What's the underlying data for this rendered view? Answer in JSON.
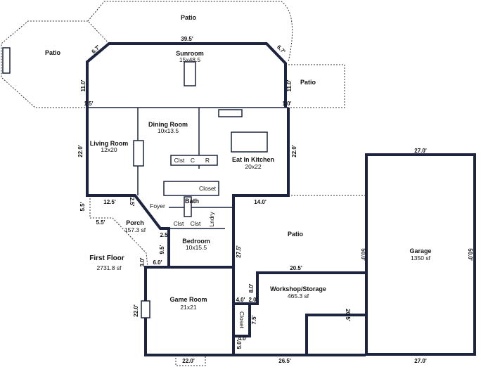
{
  "title": "First Floor",
  "total_area": "2731.8 sf",
  "rooms": {
    "patio_top": "Patio",
    "patio_left": "Patio",
    "patio_right": "Patio",
    "patio_center": "Patio",
    "sunroom": {
      "name": "Sunroom",
      "size": "15x48.5"
    },
    "dining": {
      "name": "Dining Room",
      "size": "10x13.5"
    },
    "living": {
      "name": "Living Room",
      "size": "12x20"
    },
    "kitchen": {
      "name": "Eat In Kitchen",
      "size": "20x22"
    },
    "closet_top": "Closet",
    "bath": "Bath",
    "foyer": "Foyer",
    "porch": {
      "name": "Porch",
      "size": "157.3 sf"
    },
    "bedroom": {
      "name": "Bedroom",
      "size": "10x15.5"
    },
    "game": {
      "name": "Game Room",
      "size": "21x21"
    },
    "workshop": {
      "name": "Workshop/Storage",
      "size": "465.3 sf"
    },
    "closet_side": "Closet",
    "garage": {
      "name": "Garage",
      "size": "1350 sf"
    },
    "clst1": "Clst",
    "clst2": "Clst",
    "clst3": "Clst",
    "laundry": "Lndry",
    "c": "C",
    "r": "R"
  },
  "dimensions": {
    "sun_top": "39.5'",
    "sun_diag_l": "6.7'",
    "sun_diag_r": "6.7'",
    "sun_l": "11.0'",
    "sun_r": "11.0'",
    "sun_bl": "1.5'",
    "sun_br": "1.0'",
    "main_l": "22.0'",
    "main_r": "22.0'",
    "bottom_l": "12.5'",
    "bottom_r": "14.0'",
    "foyer": "2.5'",
    "porch_v": "5.5'",
    "porch_h": "5.5'",
    "step": "2.5",
    "bed_l": "9.5'",
    "game_tl": "3.0'",
    "game_tl2": "6.0'",
    "center": "27.5'",
    "game_l": "22.0'",
    "game_b": "22.0'",
    "ws_door": "20.5'",
    "ws_v": "8.0'",
    "ws_a": "4.0'",
    "ws_b": "2.0'",
    "closet_v": "7.5'",
    "bot_v": "5.0'",
    "bot_h": "4.0'",
    "ws_b2": "26.5'",
    "ws_r": "20.5'",
    "garage_t": "27.0'",
    "garage_b": "27.0'",
    "garage_l": "50.0'",
    "garage_r": "50.0'"
  }
}
